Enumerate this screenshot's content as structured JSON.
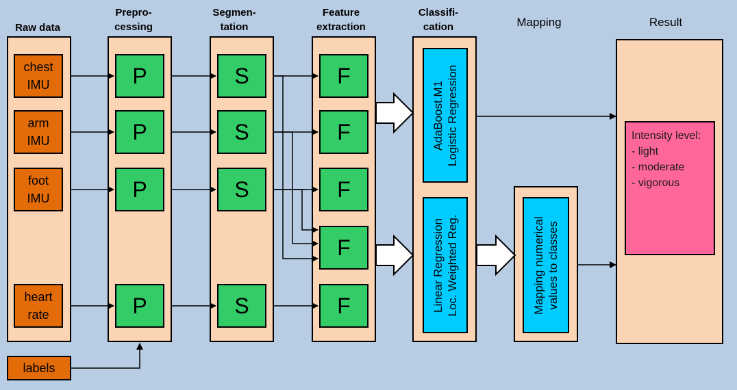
{
  "headers": {
    "raw": "Raw data",
    "pre": "Prepro-\ncessing",
    "seg": "Segmen-\ntation",
    "feat": "Feature\nextraction",
    "cls": "Classifi-\ncation",
    "map": "Mapping",
    "res": "Result"
  },
  "raw_inputs": [
    "chest\nIMU",
    "arm\nIMU",
    "foot\nIMU",
    "heart\nrate"
  ],
  "labels_box": "labels",
  "p_label": "P",
  "s_label": "S",
  "f_label": "F",
  "classifiers": {
    "top": "AdaBoost.M1\nLogistic Regression",
    "bottom": "Linear Regression\nLoc. Weighted Reg."
  },
  "mapping_box": "Mapping numerical\nvalues to classes",
  "result": {
    "title": "Intensity level:",
    "items": [
      "- light",
      "- moderate",
      "- vigorous"
    ]
  },
  "colors": {
    "background": "#b8cce4",
    "column": "#fbd4b4",
    "raw": "#e36c09",
    "green": "#33cc66",
    "cyan": "#00ccff",
    "pink": "#ff6699"
  }
}
